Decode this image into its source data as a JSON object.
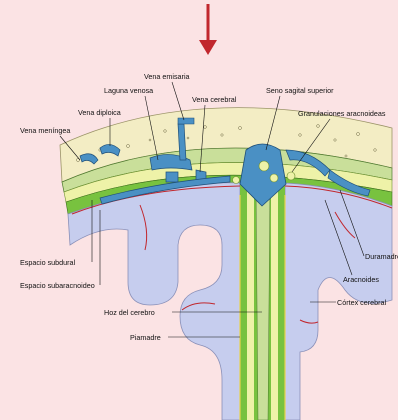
{
  "labels": {
    "vena_emisaria": "Vena emisaria",
    "laguna_venosa": "Laguna venosa",
    "vena_diploica": "Vena diploica",
    "vena_cerebral": "Vena cerebral",
    "seno_sagital_superior": "Seno sagital superior",
    "granulaciones_aracnoideas": "Granulaciones aracnoideas",
    "vena_meningea": "Vena meníngea",
    "espacio_subdural": "Espacio subdural",
    "espacio_subaracnoideo": "Espacio subaracnoideo",
    "hoz_del_cerebro": "Hoz del cerebro",
    "piamadre": "Piamadre",
    "duramadre": "Duramadre",
    "aracnoides": "Aracnoides",
    "cortex_cerebral": "Córtex cerebral"
  },
  "colors": {
    "background": "#fbe3e4",
    "arrow": "#c1272d",
    "bone": "#f3edc4",
    "dura": "#c9df9a",
    "arachnoid_layer": "#eef2a8",
    "subarachnoid": "#78c23f",
    "cortex": "#c6cdee",
    "vein": "#4a90c4",
    "vessel_red": "#c1272d"
  }
}
